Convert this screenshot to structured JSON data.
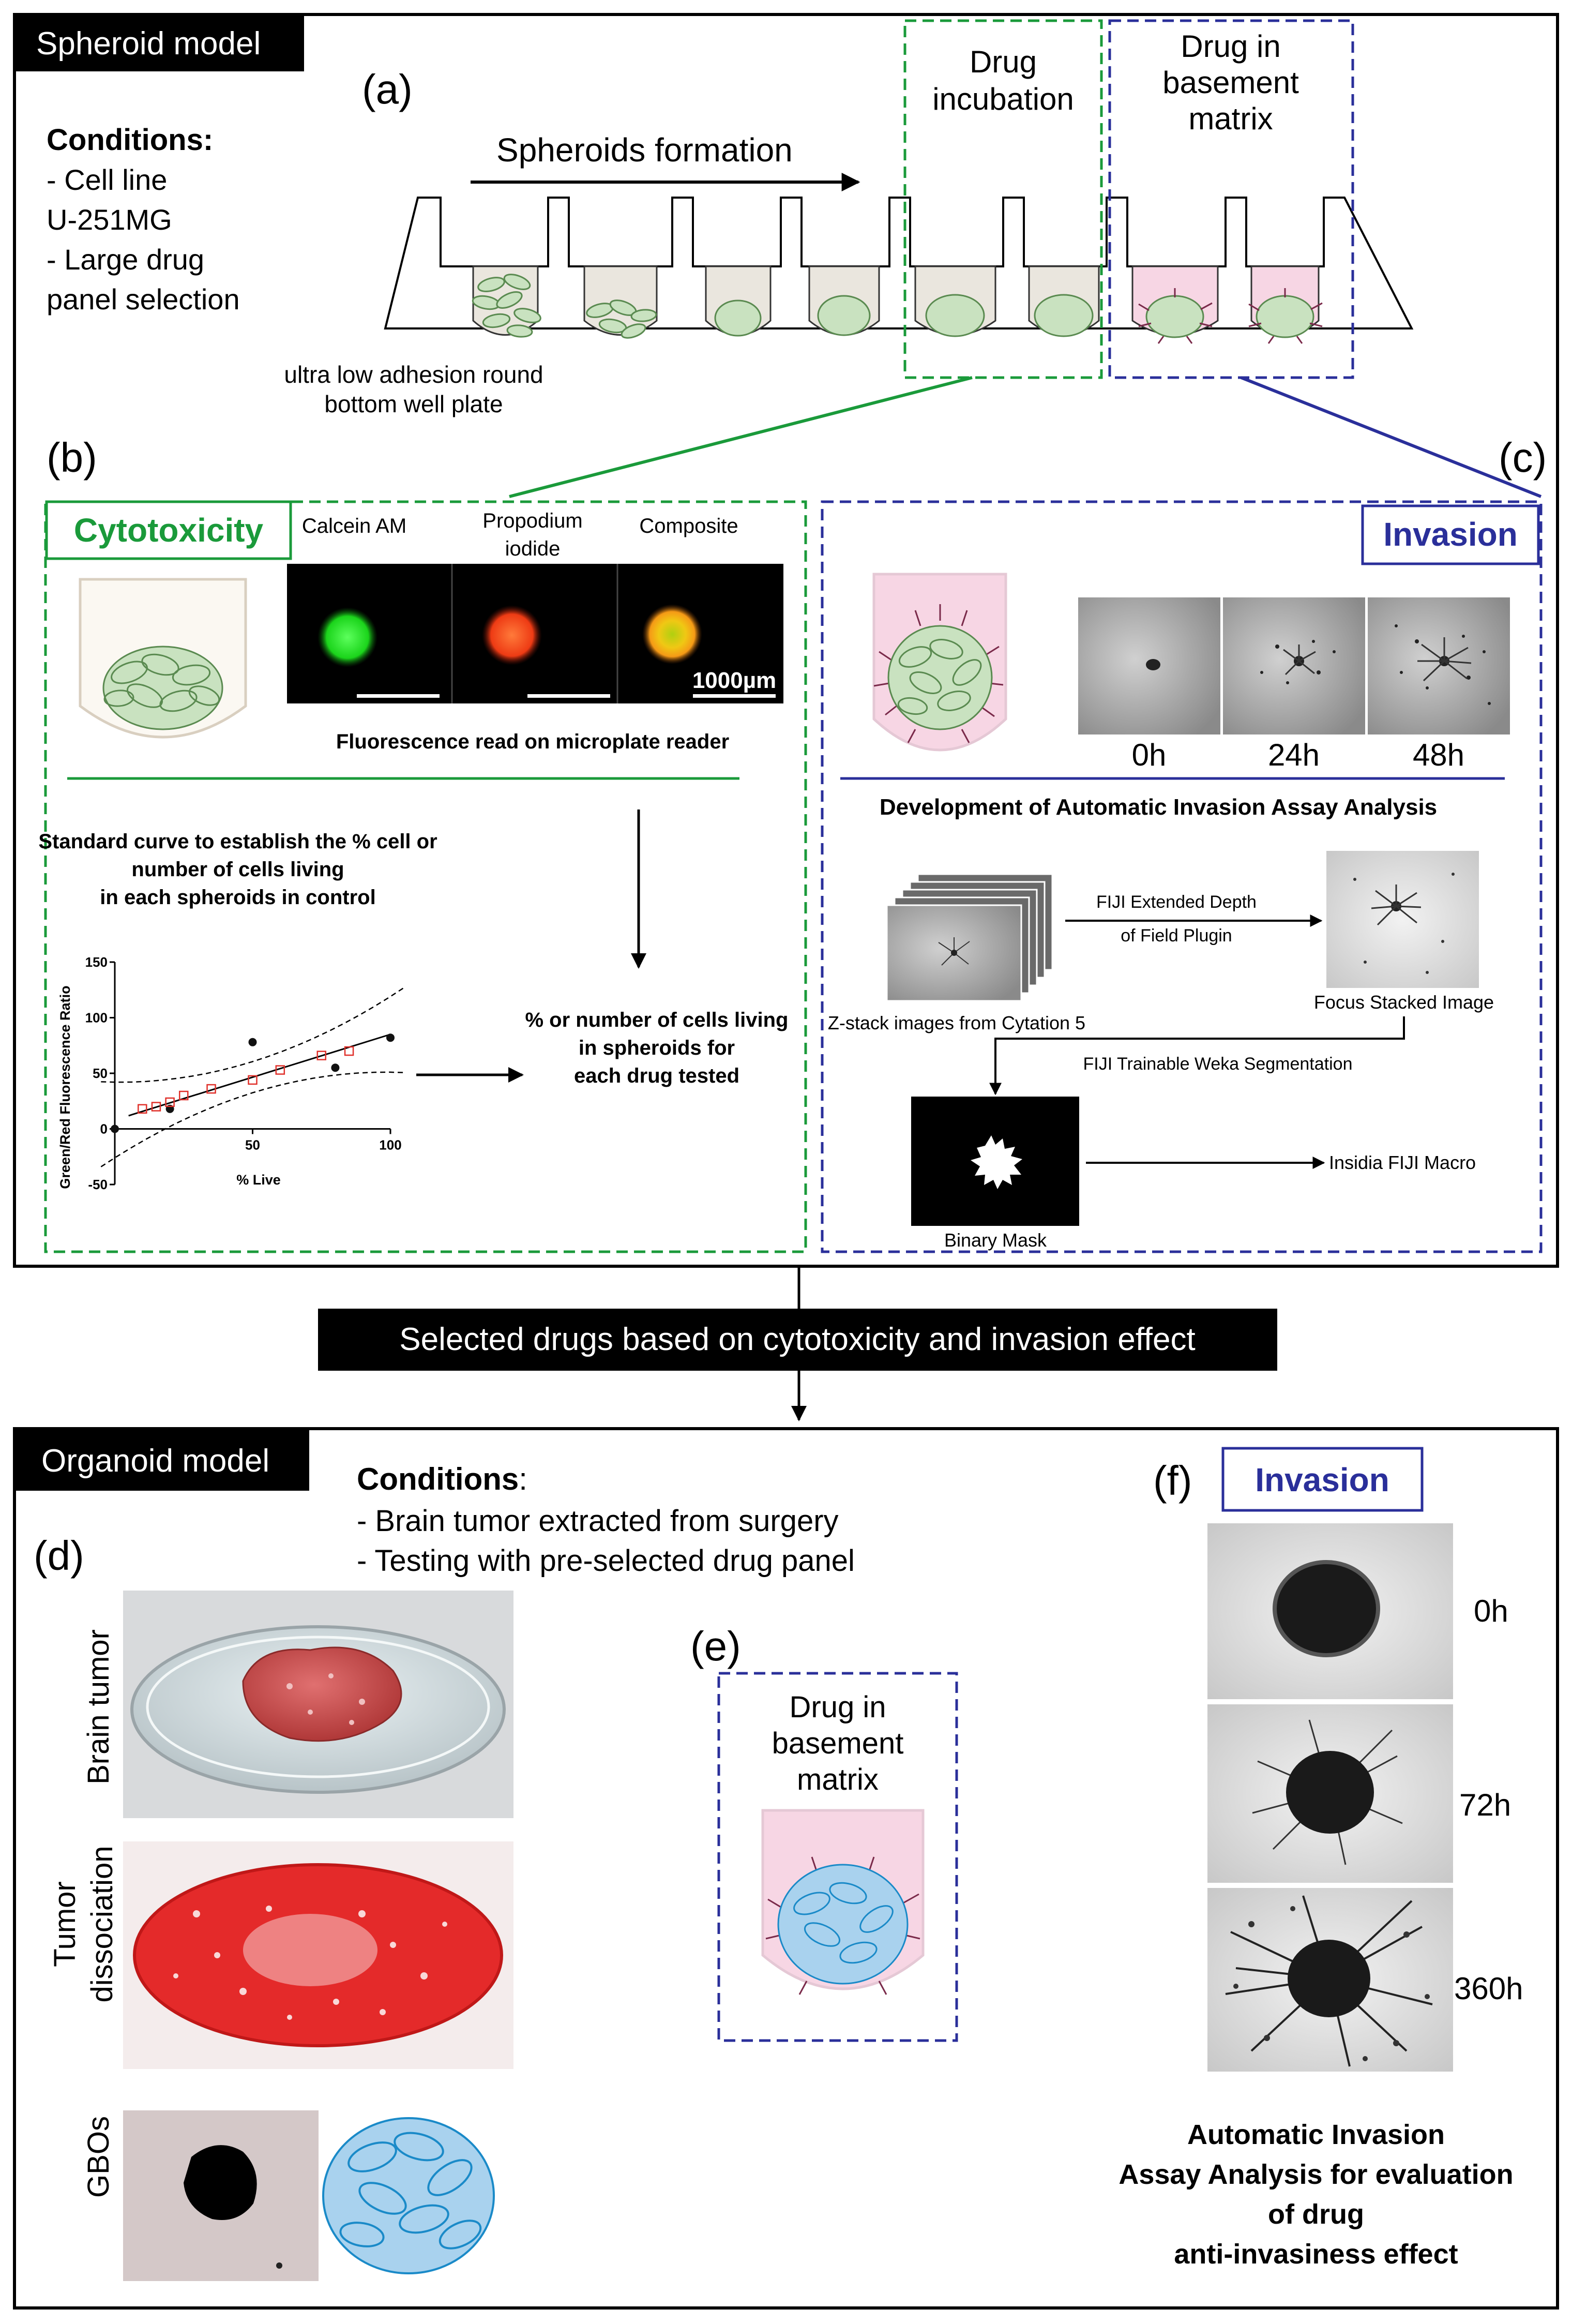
{
  "spheroid": {
    "header": "Spheroid model",
    "panel_a": "(a)",
    "conditions_title": "Conditions:",
    "conditions_lines": [
      "- Cell line",
      "U-251MG",
      "- Large drug",
      "panel selection"
    ],
    "formation_label": "Spheroids formation",
    "drug_incubation": [
      "Drug",
      "incubation"
    ],
    "drug_in_matrix": [
      "Drug in",
      "basement",
      "matrix"
    ],
    "plate_label": [
      "ultra low adhesion round",
      "bottom well plate"
    ]
  },
  "panel_b": {
    "label": "(b)",
    "title": "Cytotoxicity",
    "channels": [
      "Calcein AM",
      "Propodium iodide",
      "Composite"
    ],
    "scale_bar": "1000µm",
    "reader_caption": "Fluorescence read on microplate reader",
    "standard_curve": [
      "Standard curve to establish the % cell or",
      "number of cells living",
      "in each spheroids in control"
    ],
    "result": [
      "% or number of cells living",
      "in spheroids for",
      "each drug tested"
    ]
  },
  "panel_c": {
    "label": "(c)",
    "title": "Invasion",
    "timepoints": [
      "0h",
      "24h",
      "48h"
    ],
    "dev_title": "Development of Automatic Invasion Assay Analysis",
    "fiji_edf": [
      "FIJI Extended Depth",
      "of Field Plugin"
    ],
    "zstack_caption": "Z-stack images from Cytation 5",
    "focus_caption": "Focus Stacked Image",
    "weka": "FIJI Trainable Weka Segmentation",
    "binary_caption": "Binary Mask",
    "insidia": "Insidia FIJI Macro"
  },
  "selection_banner": "Selected drugs based on cytotoxicity and invasion effect",
  "organoid": {
    "header": "Organoid model",
    "conditions_title": "Conditions",
    "conditions_colon": ":",
    "conditions_lines": [
      "- Brain tumor extracted from surgery",
      "- Testing with pre-selected drug panel"
    ],
    "panel_d": "(d)",
    "row_labels": [
      "Brain tumor",
      "Tumor dissociation",
      "GBOs"
    ],
    "tumor_dissociation_lines": [
      "Tumor",
      "dissociation"
    ],
    "panel_e": "(e)",
    "e_box": [
      "Drug in",
      "basement",
      "matrix"
    ],
    "panel_f": "(f)",
    "f_title": "Invasion",
    "f_timepoints": [
      "0h",
      "72h",
      "360h"
    ],
    "f_caption": [
      "Automatic Invasion",
      "Assay Analysis for evaluation",
      "of drug",
      "anti-invasiness effect"
    ]
  },
  "chart_data": {
    "type": "scatter",
    "title": "",
    "xlabel": "% Live",
    "ylabel": "Green/Red Fluorescence Ratio",
    "xlim": [
      0,
      100
    ],
    "ylim": [
      -50,
      150
    ],
    "xticks": [
      "50",
      "100"
    ],
    "yticks": [
      "150",
      "100",
      "50",
      "0",
      "-50"
    ],
    "series": [
      {
        "marker": "filled-circle",
        "color": "#111111",
        "x": [
          0,
          20,
          50,
          80,
          100
        ],
        "y": [
          0,
          18,
          78,
          55,
          82
        ]
      },
      {
        "marker": "open-square",
        "color": "#e0302a",
        "x": [
          10,
          15,
          20,
          25,
          35,
          50,
          60,
          75,
          85
        ],
        "y": [
          18,
          20,
          24,
          30,
          36,
          44,
          53,
          66,
          70
        ]
      }
    ],
    "fit_line": {
      "x": [
        0,
        100
      ],
      "y": [
        8,
        85
      ]
    },
    "grid": false
  },
  "colors": {
    "cytotoxicity_green": "#1a9a3a",
    "invasion_blue": "#2a2f9a",
    "matrix_pink": "#f7d6e4",
    "cell_green": "#c9e2c0",
    "cell_blue": "#a9d2ee"
  }
}
